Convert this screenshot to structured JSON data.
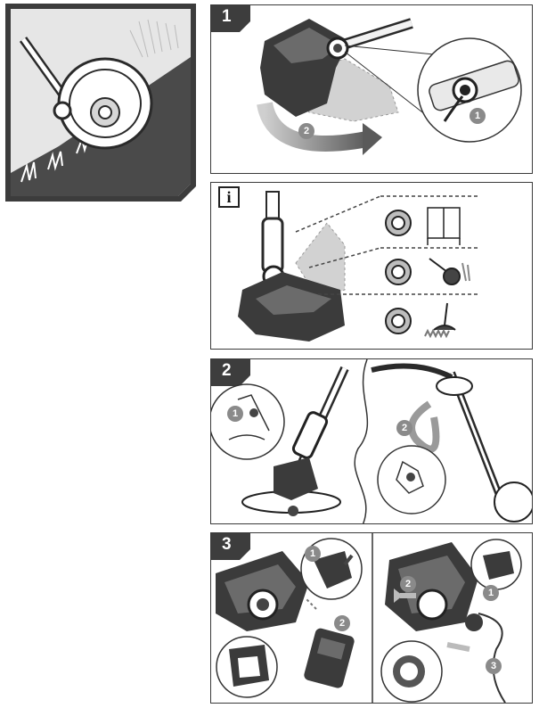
{
  "steps": {
    "step1": {
      "number": "1",
      "callouts": [
        "1",
        "2"
      ]
    },
    "info": {
      "glyph": "i"
    },
    "step2": {
      "number": "2",
      "callouts": [
        "1",
        "2"
      ]
    },
    "step3": {
      "number": "3",
      "left_callouts": [
        "1",
        "2"
      ],
      "right_callouts": [
        "1",
        "2",
        "3"
      ]
    }
  },
  "colors": {
    "frame": "#3a3a3a",
    "tag_fill": "#3d3d3d",
    "callout_badge": "#8a8a8a",
    "arrow_gradient_start": "#cfcfcf",
    "arrow_gradient_end": "#5a5a5a",
    "overview_background": "#3c3c3c"
  },
  "icons": [
    "trimmer-head-icon",
    "curved-arrow-icon",
    "cabinet-icon",
    "edging-trimmer-icon",
    "lawn-trimmer-icon",
    "battery-icon",
    "lock-button-icon"
  ]
}
